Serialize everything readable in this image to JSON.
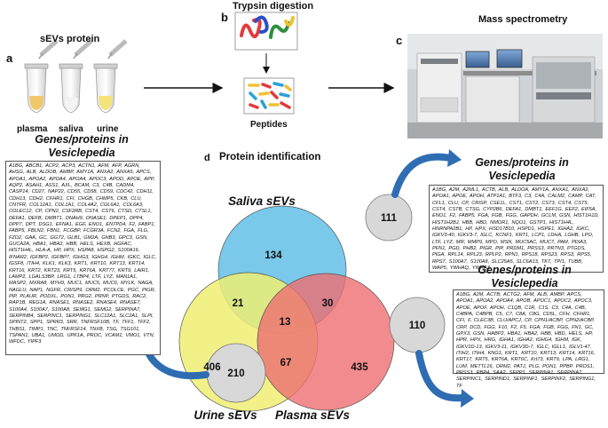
{
  "panels": {
    "a": {
      "letter": "a",
      "title": "sEVs protein",
      "tubes": [
        "plasma",
        "saliva",
        "urine"
      ]
    },
    "b": {
      "letter": "b",
      "title": "Trypsin digestion",
      "caption": "Peptides"
    },
    "c": {
      "letter": "c",
      "title": "Mass spectrometry"
    },
    "d": {
      "letter": "d",
      "title": "Protein identification"
    }
  },
  "gene_title": "Genes/proteins in Vesiclepedia",
  "boxes": {
    "urine": "A1BG, ABCB1, ACP2, ACP3, ACTN1, AFM, AFP, AGRN, AHSG, ALB, ALDOB, AMBP, AMY1A, ANXA2, ANXA5, APCS, APOA1, APOA2, APOA4, APOA4, APOC3, APOD, APOE, APP, AQP2, ASAH1, ASS1, AXL, BCAM, C3, C4B, CADM4, CASP14, CD27, NAP22, CD55, CD58, CD59, CDC42, CDH11, CDH13, CDH2, CFHR1, CFI, CHGB, CHMP5, CKB, CLU, CNTFR, COL12A1, COL1A1, COL4A2, COL6A1, COL6A3, COLEC12, CP, CPN2, CSF2RB, CST4, CST6, CTSD, CTSL1, DEFA1, DEFB, DMBT1, DNAH9, DNASE1, DPEP1, DPP4, DPP7, DPT, DSG1, EFNA1, EGF, ENO1, ENTPD4, F2, FABP1, FABP5, FBLN2, FBN1, FCGBP, FCGR3A, FCN2, FGA, FLG, FZD2, GAA, GC, GGT2, GLB1, GM2A, GNB3, GPC3, GSN, GUCA2A, HBA1, HBA2, HBB, HELS, HEXB, HGFAC, HIST1H4L, HLA-A, HP, HPX, HSPA8, HSPG2, S100A16, IFNAR2, IGFBP2, IGFBP7, IGHG3, IGHG4, IGHM, IGKC, IGLC, IGSF8, ITIH4, KLK1, KLK3, KRT1, KRT10, KRT13, KRT14, KRT16, KRT2, KRT23, KRT5, KRT6A, KRT77, KRT9, LAIR1, LAMP2, LGALS3BP, LRG1, LTBP4, LTF, LYZ, MAN1A1, MASP2, MXRA8, MYH9, MUC1, MUC5, MUC6, MYLK, NAGA, NAGLU, NAP1, NGFR, CRISP9, ORM2, PCOLCE, PGC, PIGR, PIP, PLAUR, PODXL, PON1, PRG2, PRNP, PTGDS, RAC2, RAP1B, REG1A, RNASE1, RNASE2, RNASE4, RNASE7, S100A4, S100A7, S100A8, SEMG1, SEMG2, SERPINA7, SERPINB4, SERPINC1, SERPING1, SLC12A1, SLC2A1, SLPI, SPINT2, SPP1, SPRR3, SRR, TNFRSF10B, TF, TFF1, TFF2, THBS1, TIMP1, TNC, TNFRSF14, TNXB, TSG, TSG101, TSPAN1, UBA1, UMOD, UPK1A, PROC, VCAM1, VMO1, VTN, WFDC, YIPF3",
    "saliva": "A1BG, A2M, A2ML1, ACTB, ALB, ALDOA, AMY1A, ANXA1, ANXA2, APOA1, APOE, APOH, ATP1A1, BTF3, C3, C4A, CALM2, CAMP, CAT, CFL1, CLU, CP, CRISP, CSE1L, CST1, CST2, CST3, CST4, CST5, CST4, CSTB, CTSG, CYP2B6, DEFA1, DMBT1, EEF1G, EEF2, EIF5A, ENO1, F2, FABP5, FGA, FGB, FGG, GAPDH, GCLM, GSN, HIST1H1D, HIST1H2BJ, HBB, HBD, NMOR1, NQO1, GSTP1, HIST1H4L, HNRNPA2B1, HP, HPX, HSD17B10, HSPD1, HSPE1, IGHA2, IGKC, IGKV3-40, IGKV3-7, IGLC, KCNF1, KRT1, LCP1, LDHA, LGHB, LPO, LTF, LYZ, MIF, MMP9, MPO, MSN, MUC5AC, MUC7, PAM, PDIA3, PFN1, PGD, PHB2, PIGR, PIP, PRDM1, PRSS3, PRTN3, PTGDS, PIGA, RPL14, RPL23, RPLP2, RPN1, RPS18, RPS23, RPS3, RPS5, RPS7, S100A7, S100A8, SLC25A5, SLC6A13, TKT, TPI1, TUBB, WAP5, YWHAQ, YWHAZ",
    "plasma": "A1BG, A2M, ACTB, ACTG2, AFM, ALB, AMBP, APCS, APOA1, APOA2, APOA4, APOB, APOC1, APOC2, APOC3, APOE, APOF, APOH, C1QB, C1R, C1S, C3, C4A, C4B, C4BPA, C4BPB, C5, C7, C8A, C8G, CD5L, CFH, CFHR1, CFI, F, CLEC3B, CLU/APCJ, CP, CPN1/ACBP, CPN2/ACBP, CRP, DCD, FGG, F10, F2, F5, FGA, FGB, FGG, FN1, GC, GPX3, GSN, HABP2, HBA1, HBA2, HBB, HBD, HELS, HP, HPR, HPX, HRG, IGHA1, IGHA2, IGHG4, IGHM, IGK, IGKV1D-13, IGKV3-11, IGKV3D-7, IGLC, IGLL1, IGLV1-47, ITIH2, ITIH4, KNG1, KRT1, KRT10, KRT13, KRT14, KRT16, KRT17, KRT5, KRT6A, KRT6C, Krt73, KRT9, LPA, LRG1, LUM, METTL16, ORM2, PATJ, PLG, PON1, PPBP, PROS1, PRSS3, RBP4, SAA2, SEPP1, SERPINA1, SERPINA7, SERPINC1, SERPIND1, SERPINF1, SERPINF2, SERPING1, TF"
  },
  "venn": {
    "sets": [
      "Saliva sEVs",
      "Urine sEVs",
      "Plasma sEVs"
    ],
    "counts": {
      "saliva_only": "134",
      "urine_only": "406",
      "plasma_only": "435",
      "saliva_urine": "21",
      "saliva_plasma": "30",
      "urine_plasma": "67",
      "all_three": "13"
    },
    "bubbles": {
      "saliva": "111",
      "urine": "210",
      "plasma": "110"
    }
  },
  "colors": {
    "saliva": "#6cc3e8",
    "urine": "#eeee72",
    "plasma": "#ee6e72",
    "bubble": "#d8d8d8",
    "arrow": "#2f6db3"
  }
}
